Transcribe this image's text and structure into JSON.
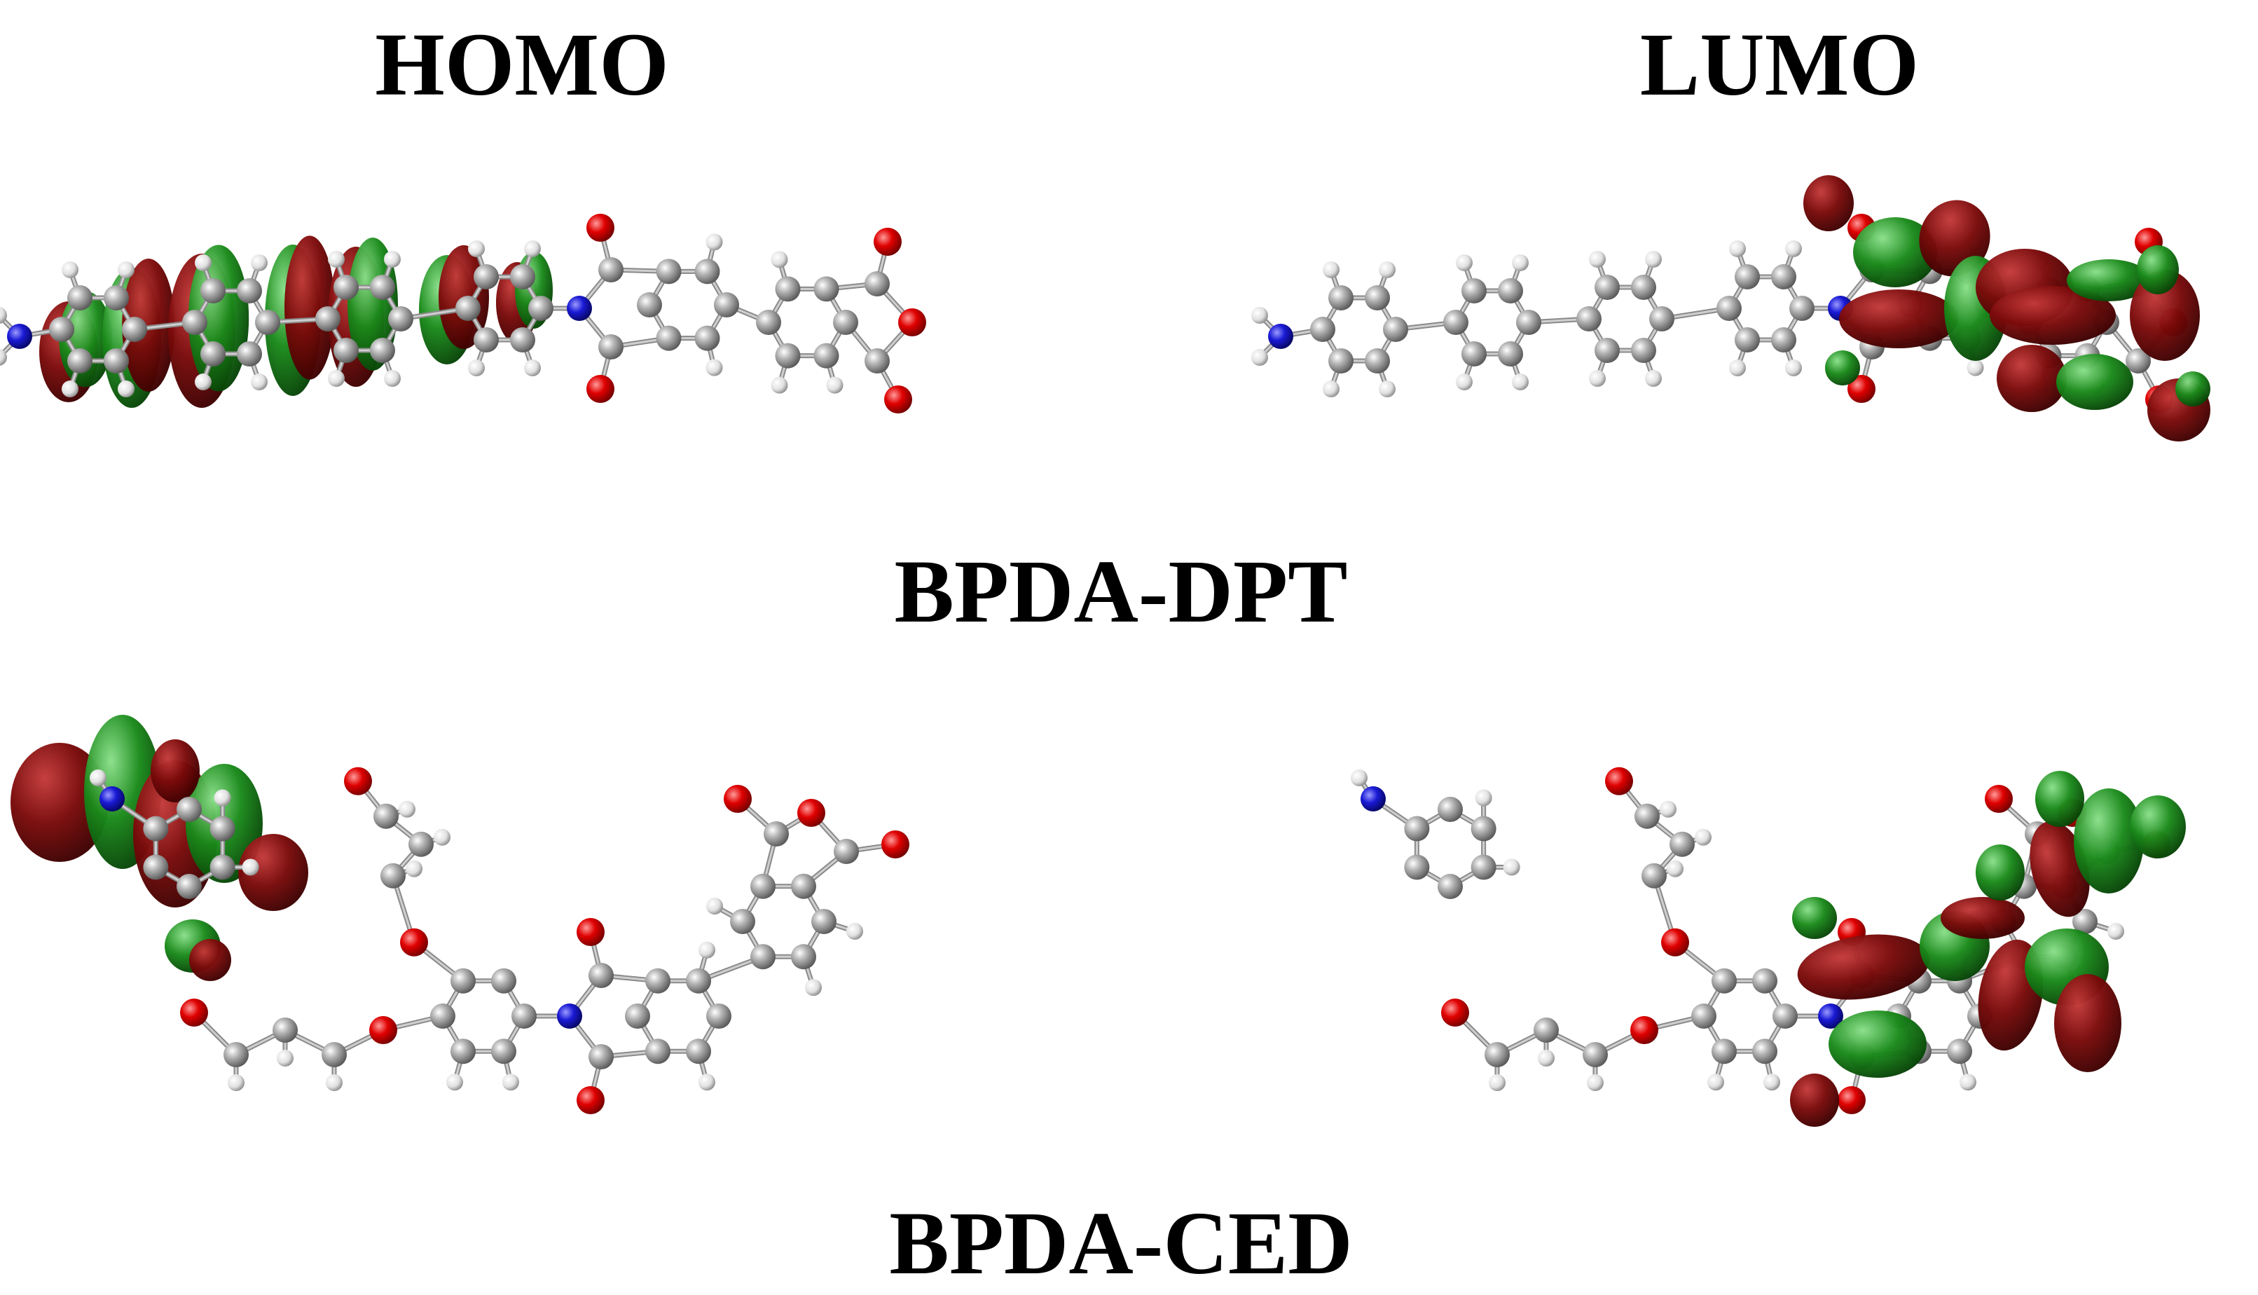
{
  "labels": {
    "homo": "HOMO",
    "lumo": "LUMO",
    "molecule_top": "BPDA-DPT",
    "molecule_bottom": "BPDA-CED"
  },
  "colors": {
    "background": "#ffffff",
    "text": "#000000",
    "carbon": "#9a9a9a",
    "hydrogen": "#e6e6e6",
    "oxygen": "#e00000",
    "nitrogen": "#1a1ad6",
    "orbital_positive": "#7a0a0a",
    "orbital_negative": "#1a7a1a"
  }
}
